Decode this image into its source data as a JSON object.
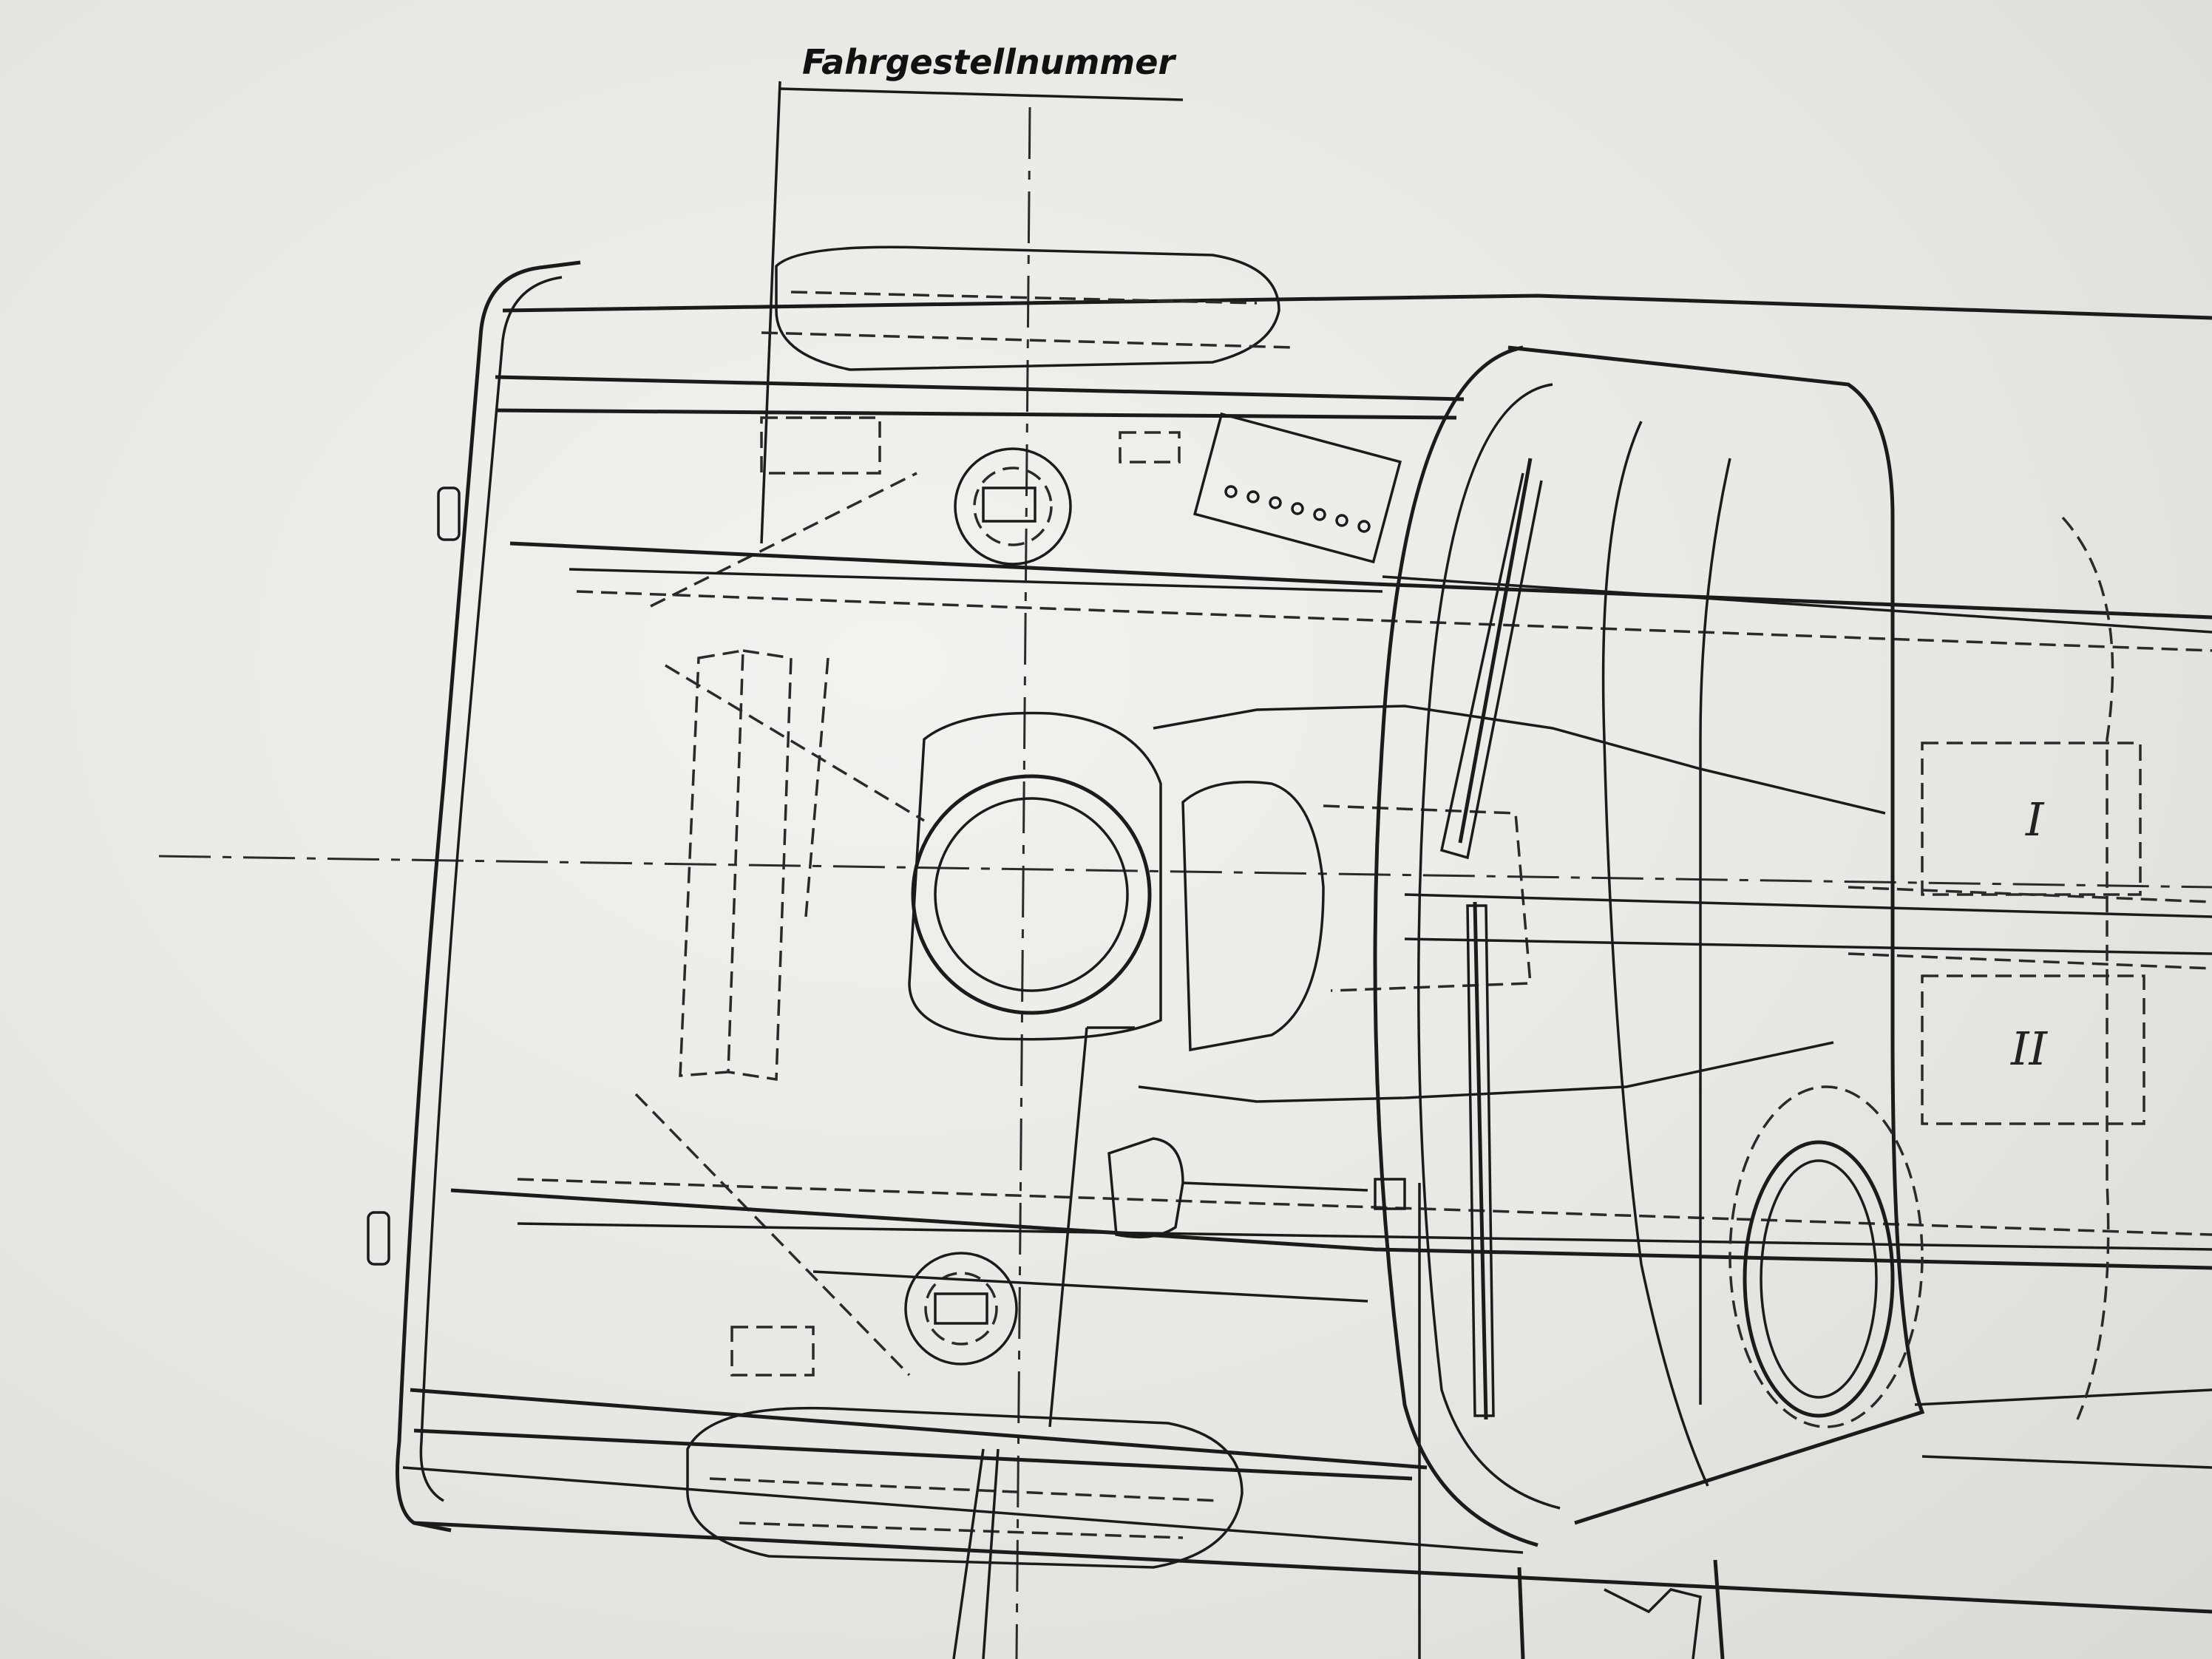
{
  "labels": {
    "chassis_number": "Fahrgestellnummer",
    "tray_one": "I",
    "tray_two": "II"
  },
  "colors": {
    "ink": "#1b1b1b",
    "paper": "#efefec"
  }
}
